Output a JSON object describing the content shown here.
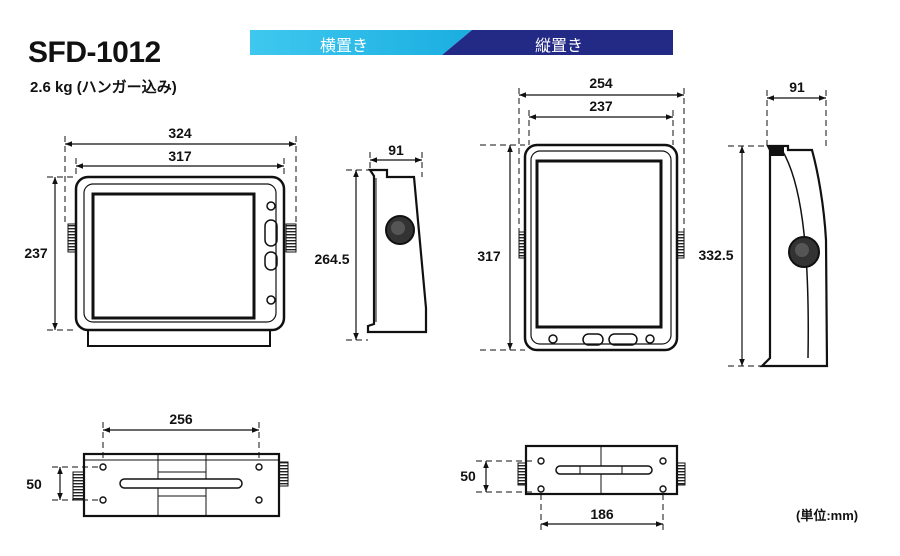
{
  "header": {
    "model": "SFD-1012",
    "weight": "2.6 kg (ハンガー込み)"
  },
  "orientation_banner": {
    "horizontal_label": "横置き",
    "vertical_label": "縦置き",
    "colors": {
      "horizontal": "#2bbde8",
      "vertical": "#232a86"
    }
  },
  "horizontal_views": {
    "front_width_outer": "324",
    "front_width_inner": "317",
    "front_height": "237",
    "side_depth": "91",
    "side_height": "264.5",
    "bottom_width": "256",
    "bottom_height": "50"
  },
  "vertical_views": {
    "front_width_outer": "254",
    "front_width_inner": "237",
    "front_height": "317",
    "side_depth": "91",
    "side_height": "332.5",
    "bottom_width": "186",
    "bottom_height": "50"
  },
  "footer": {
    "unit_note": "(単位:mm)"
  }
}
